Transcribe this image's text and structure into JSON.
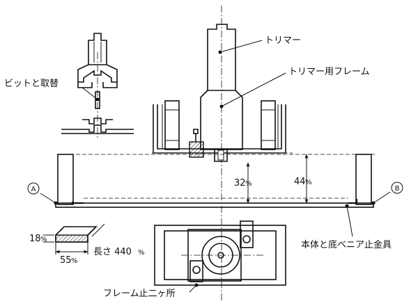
{
  "labels": {
    "trimmer": "トリマー",
    "trimmer_frame": "トリマー用フレーム",
    "bit_change": "ビットと取替",
    "point_a": "A",
    "point_b": "B",
    "dim_32": "32",
    "dim_44": "44",
    "unit": "%",
    "dim_18": "18",
    "dim_55": "55",
    "length": "長さ 440",
    "base_bracket": "本体と底ベニア止金具",
    "frame_stop": "フレーム止二ヶ所"
  }
}
